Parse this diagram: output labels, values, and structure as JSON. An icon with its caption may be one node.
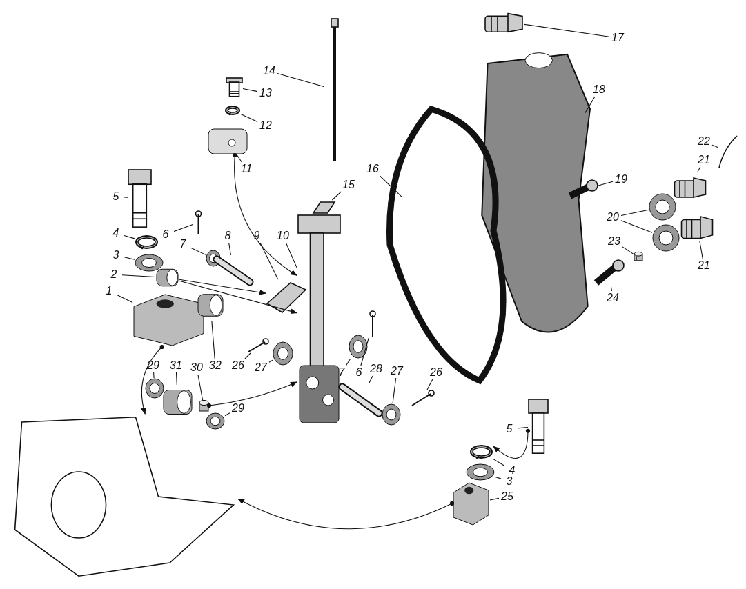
{
  "diagram": {
    "nodes": [
      {
        "text": [
          "17"
        ]
      },
      {
        "text": [],
        "shape": "picture"
      },
      {
        "text": [
          "14"
        ]
      },
      {
        "text": [],
        "shape": "picture"
      },
      {
        "text": [
          "13"
        ]
      },
      {
        "text": [],
        "shape": "picture"
      },
      {
        "text": [
          "18"
        ]
      },
      {
        "text": [],
        "shape": "picture"
      },
      {
        "text": [
          "12"
        ]
      },
      {
        "text": [],
        "shape": "picture"
      },
      {
        "text": [
          "22"
        ]
      },
      {
        "text": [],
        "shape": "picture"
      },
      {
        "text": [
          "21"
        ]
      },
      {
        "text": [],
        "shape": "picture"
      },
      {
        "text": [
          "11"
        ]
      },
      {
        "text": [],
        "shape": "picture"
      },
      {
        "text": [
          "16"
        ]
      },
      {
        "text": [],
        "shape": "picture"
      },
      {
        "text": [
          "19"
        ]
      },
      {
        "text": [],
        "shape": "picture"
      },
      {
        "text": [
          "15"
        ]
      },
      {
        "text": [],
        "shape": "picture"
      },
      {
        "text": [
          "5"
        ]
      },
      {
        "text": [],
        "shape": "picture"
      },
      {
        "text": [
          "20"
        ]
      },
      {
        "text": [],
        "shape": "picture"
      },
      {
        "text": [],
        "shape": "picture"
      },
      {
        "text": [
          "6"
        ]
      },
      {
        "text": [],
        "shape": "picture"
      },
      {
        "text": [
          "4"
        ]
      },
      {
        "text": [],
        "shape": "picture"
      },
      {
        "text": [
          "7"
        ]
      },
      {
        "text": [],
        "shape": "picture"
      },
      {
        "text": [
          "8"
        ]
      },
      {
        "text": [],
        "shape": "picture"
      },
      {
        "text": [
          "9"
        ]
      },
      {
        "text": [],
        "shape": "picture"
      },
      {
        "text": [
          "10"
        ]
      },
      {
        "text": [],
        "shape": "picture"
      },
      {
        "text": [
          "23"
        ]
      },
      {
        "text": [],
        "shape": "picture"
      },
      {
        "text": [
          "3"
        ]
      },
      {
        "text": [],
        "shape": "picture"
      },
      {
        "text": [
          "21"
        ]
      },
      {
        "text": [],
        "shape": "picture"
      },
      {
        "text": [
          "2"
        ]
      },
      {
        "text": [],
        "shape": "picture"
      },
      {
        "text": [
          "1"
        ]
      },
      {
        "text": [],
        "shape": "picture"
      },
      {
        "text": [
          "24"
        ]
      },
      {
        "text": [],
        "shape": "picture"
      },
      {
        "text": [
          "26"
        ]
      },
      {
        "text": [],
        "shape": "picture"
      },
      {
        "text": [
          "27"
        ]
      },
      {
        "text": [],
        "shape": "picture"
      },
      {
        "text": [
          "29"
        ]
      },
      {
        "text": [],
        "shape": "picture"
      },
      {
        "text": [
          "31"
        ]
      },
      {
        "text": [],
        "shape": "picture"
      },
      {
        "text": [
          "30"
        ]
      },
      {
        "text": [],
        "shape": "picture"
      },
      {
        "text": [
          "32"
        ]
      },
      {
        "text": [],
        "shape": "picture"
      },
      {
        "text": [
          "7"
        ]
      },
      {
        "text": [],
        "shape": "picture"
      },
      {
        "text": [
          "6"
        ]
      },
      {
        "text": [],
        "shape": "picture"
      },
      {
        "text": [
          "28"
        ]
      },
      {
        "text": [],
        "shape": "picture"
      },
      {
        "text": [
          "27"
        ]
      },
      {
        "text": [],
        "shape": "picture"
      },
      {
        "text": [
          "26"
        ]
      },
      {
        "text": [],
        "shape": "picture"
      },
      {
        "text": [
          "29"
        ]
      },
      {
        "text": [],
        "shape": "picture"
      },
      {
        "text": [
          "5"
        ]
      },
      {
        "text": [],
        "shape": "picture"
      },
      {
        "text": [
          "4"
        ]
      },
      {
        "text": [],
        "shape": "picture"
      },
      {
        "text": [
          "3"
        ]
      },
      {
        "text": [],
        "shape": "picture"
      },
      {
        "text": [
          "25"
        ]
      },
      {
        "text": [],
        "shape": "picture"
      },
      {
        "text": [],
        "shape": "picture"
      }
    ],
    "edges": [
      {
        "from": 0,
        "to": 1,
        "arrow": "none"
      },
      {
        "from": 2,
        "to": 3,
        "arrow": "none"
      },
      {
        "from": 4,
        "to": 5,
        "arrow": "none"
      },
      {
        "from": 6,
        "to": 7,
        "arrow": "none"
      },
      {
        "from": 8,
        "to": 9,
        "arrow": "none"
      },
      {
        "from": 10,
        "to": 11,
        "arrow": "none"
      },
      {
        "from": 12,
        "to": 13,
        "arrow": "none"
      },
      {
        "from": 14,
        "to": 15,
        "arrow": "none"
      },
      {
        "from": 16,
        "to": 17,
        "arrow": "none"
      },
      {
        "from": 18,
        "to": 19,
        "arrow": "none"
      },
      {
        "from": 20,
        "to": 21,
        "arrow": "none"
      },
      {
        "from": 22,
        "to": 23,
        "arrow": "none"
      },
      {
        "from": 24,
        "to": 25,
        "arrow": "none"
      },
      {
        "from": 24,
        "to": 26,
        "arrow": "none"
      },
      {
        "from": 27,
        "to": 28,
        "arrow": "none"
      },
      {
        "from": 29,
        "to": 30,
        "arrow": "none"
      },
      {
        "from": 31,
        "to": 32,
        "arrow": "none"
      },
      {
        "from": 33,
        "to": 34,
        "arrow": "none"
      },
      {
        "from": 35,
        "to": 36,
        "arrow": "none"
      },
      {
        "from": 37,
        "to": 38,
        "arrow": "none"
      },
      {
        "from": 39,
        "to": 40,
        "arrow": "none"
      },
      {
        "from": 41,
        "to": 42,
        "arrow": "none"
      },
      {
        "from": 43,
        "to": 44,
        "arrow": "none"
      },
      {
        "from": 45,
        "to": 46,
        "arrow": "none"
      },
      {
        "from": 47,
        "to": 48,
        "arrow": "none"
      },
      {
        "from": 49,
        "to": 50,
        "arrow": "none"
      },
      {
        "from": 51,
        "to": 52,
        "arrow": "none"
      },
      {
        "from": 53,
        "to": 54,
        "arrow": "none"
      },
      {
        "from": 55,
        "to": 56,
        "arrow": "none"
      },
      {
        "from": 57,
        "to": 58,
        "arrow": "none"
      },
      {
        "from": 59,
        "to": 60,
        "arrow": "none"
      },
      {
        "from": 61,
        "to": 62,
        "arrow": "none"
      },
      {
        "from": 63,
        "to": 64,
        "arrow": "none"
      },
      {
        "from": 65,
        "to": 66,
        "arrow": "none"
      },
      {
        "from": 67,
        "to": 68,
        "arrow": "none"
      },
      {
        "from": 69,
        "to": 70,
        "arrow": "none"
      },
      {
        "from": 71,
        "to": 72,
        "arrow": "none"
      },
      {
        "from": 73,
        "to": 74,
        "arrow": "none"
      },
      {
        "from": 75,
        "to": 76,
        "arrow": "none"
      },
      {
        "from": 77,
        "to": 78,
        "arrow": "none"
      },
      {
        "from": 79,
        "to": 80,
        "arrow": "none"
      },
      {
        "from": 81,
        "to": 82,
        "arrow": "none"
      },
      {
        "from": 15,
        "to": 38,
        "arrow": "to"
      },
      {
        "from": 46,
        "to": 36,
        "arrow": "to"
      },
      {
        "from": 46,
        "to": 38,
        "arrow": "to"
      },
      {
        "from": 48,
        "to": 83,
        "arrow": "to"
      },
      {
        "from": 60,
        "to": 38,
        "arrow": "to"
      },
      {
        "from": 76,
        "to": 78,
        "arrow": "to"
      },
      {
        "from": 82,
        "to": 83,
        "arrow": "to"
      }
    ]
  }
}
